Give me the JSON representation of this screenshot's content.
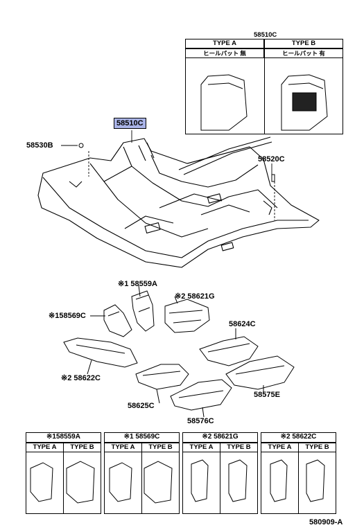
{
  "callouts": {
    "main": "58510C",
    "c58530B": "58530B",
    "c58520C": "58520C",
    "c58559A": "※1 58559A",
    "c58569C": "※158569C",
    "c58621G": "※2 58621G",
    "c58624C": "58624C",
    "c58622C": "※2 58622C",
    "c58625C": "58625C",
    "c58575E": "58575E",
    "c58576C": "58576C"
  },
  "inset": {
    "title": "58510C",
    "type_a": "TYPE A",
    "type_b": "TYPE B",
    "note_a": "ヒールパット 無",
    "note_b": "ヒールパット 有"
  },
  "bottom_table": {
    "groups": [
      {
        "title": "※158559A",
        "a": "TYPE A",
        "b": "TYPE B"
      },
      {
        "title": "※1 58569C",
        "a": "TYPE A",
        "b": "TYPE B"
      },
      {
        "title": "※2 58621G",
        "a": "TYPE A",
        "b": "TYPE B"
      },
      {
        "title": "※2 58622C",
        "a": "TYPE A",
        "b": "TYPE B"
      }
    ]
  },
  "diagram_id": "580909-A",
  "colors": {
    "highlight": "#aab4e8",
    "line": "#000000"
  }
}
